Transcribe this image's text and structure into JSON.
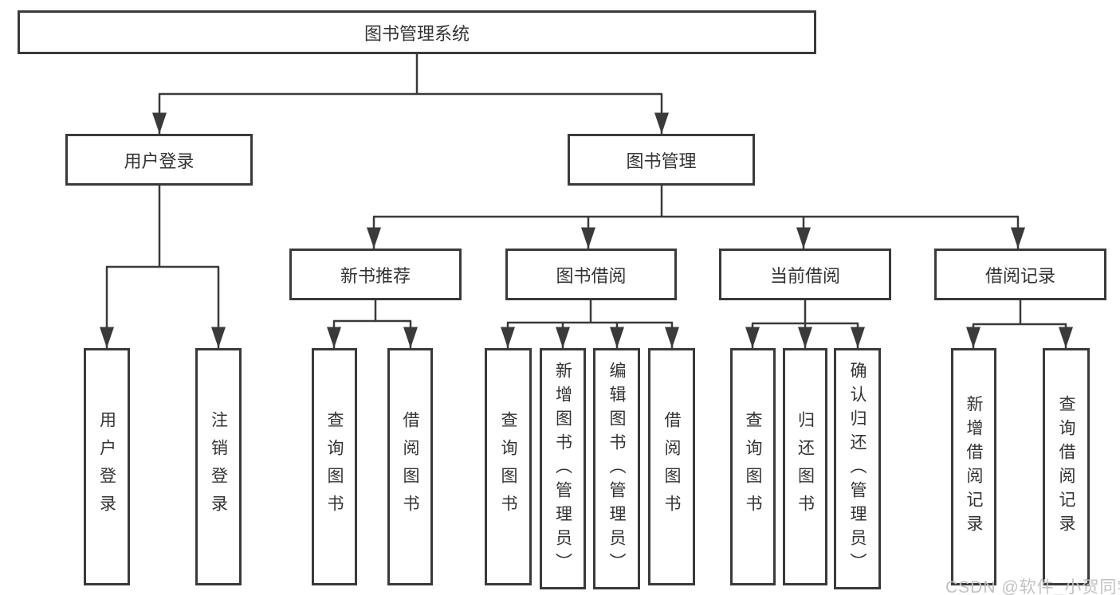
{
  "tree": {
    "root": {
      "label": "图书管理系统"
    },
    "branches": [
      {
        "label": "用户登录",
        "children": [
          {
            "label": "用户登录"
          },
          {
            "label": "注销登录"
          }
        ]
      },
      {
        "label": "图书管理",
        "children": [
          {
            "label": "新书推荐",
            "children": [
              {
                "label": "查询图书"
              },
              {
                "label": "借阅图书"
              }
            ]
          },
          {
            "label": "图书借阅",
            "children": [
              {
                "label": "查询图书"
              },
              {
                "label": "新增图书（管理员）"
              },
              {
                "label": "编辑图书（管理员）"
              },
              {
                "label": "借阅图书"
              }
            ]
          },
          {
            "label": "当前借阅",
            "children": [
              {
                "label": "查询图书"
              },
              {
                "label": "归还图书"
              },
              {
                "label": "确认归还（管理员）"
              }
            ]
          },
          {
            "label": "借阅记录",
            "children": [
              {
                "label": "新增借阅记录"
              },
              {
                "label": "查询借阅记录"
              }
            ]
          }
        ]
      }
    ]
  },
  "watermark": {
    "text": "CSDN @软件_小贺同学"
  },
  "colors": {
    "line": "#3a3a3a",
    "box_border": "#3a3a3a",
    "text": "#333333",
    "watermark": "#c2c2c2",
    "background": "#ffffff"
  }
}
